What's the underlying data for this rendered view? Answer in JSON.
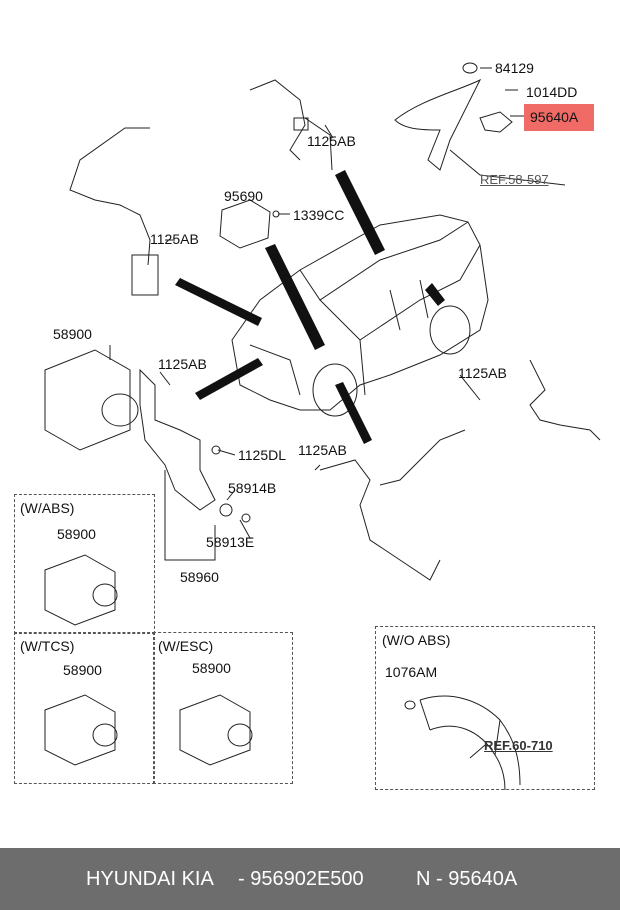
{
  "labels": {
    "p84129": "84129",
    "p1014dd": "1014DD",
    "p95640a": "95640A",
    "ref58597": "REF.58-597",
    "p1125ab_top": "1125AB",
    "p95690": "95690",
    "p1339cc": "1339CC",
    "p1125ab_left": "1125AB",
    "p58900_main": "58900",
    "p1125ab_mid": "1125AB",
    "p1125ab_right": "1125AB",
    "p1125dl": "1125DL",
    "p1125ab_bottom": "1125AB",
    "p58914b": "58914B",
    "p58913e": "58913E",
    "p58960": "58960"
  },
  "boxes": {
    "wabs": {
      "title": "(W/ABS)",
      "part": "58900"
    },
    "wtcs": {
      "title": "(W/TCS)",
      "part": "58900"
    },
    "wesc": {
      "title": "(W/ESC)",
      "part": "58900"
    },
    "woabs": {
      "title": "(W/O ABS)",
      "part": "1076AM",
      "ref": "REF.60-710"
    }
  },
  "footer": {
    "brand": "HYUNDAI  KIA",
    "part_number": "- 956902E500",
    "n_label": "N - 95640A"
  },
  "colors": {
    "highlight": "#f06b66",
    "footer_bg": "#6d6d6d"
  }
}
